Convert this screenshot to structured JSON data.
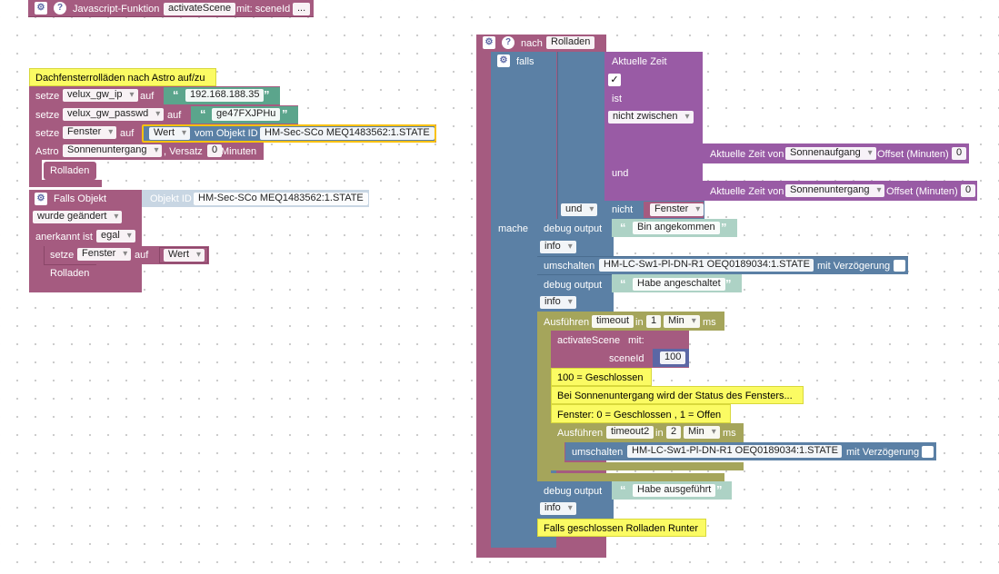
{
  "colors": {
    "procedure": "#a55b80",
    "variable": "#a55b80",
    "text": "#5ba58c",
    "comment": "#fbfb63",
    "object": "#5b80a5",
    "logic": "#5b67a5",
    "time": "#995ba5",
    "timeout": "#a5a55b",
    "cron": "#745ba5"
  },
  "function_block": {
    "gear": "gear-icon",
    "help": "?",
    "label": "Javascript-Funktion",
    "name": "activateScene",
    "mit": "mit: sceneId",
    "more": "..."
  },
  "script1": {
    "comment": "Dachfensterrolläden nach Astro auf/zu",
    "set_ip": {
      "setze": "setze",
      "var": "velux_gw_ip",
      "auf": "auf",
      "value": "192.168.188.35"
    },
    "set_pw": {
      "setze": "setze",
      "var": "velux_gw_passwd",
      "auf": "auf",
      "value": "ge47FXJPHu"
    },
    "set_window": {
      "setze": "setze",
      "var": "Fenster",
      "auf": "auf",
      "wert": "Wert",
      "vom": "vom Objekt ID",
      "oid": "HM-Sec-SCo MEQ1483562:1.STATE"
    },
    "astro": {
      "label": "Astro",
      "event": "Sonnenuntergang",
      "versatz": ", Versatz",
      "offset": "0",
      "minuten": "Minuten"
    },
    "call1": "Rolladen",
    "falls_objekt": {
      "label": "Falls Objekt",
      "oid_label": "Objekt ID",
      "oid": "HM-Sec-SCo MEQ1483562:1.STATE",
      "change": "wurde geändert",
      "ack_label": "anerkannt ist",
      "ack": "egal"
    },
    "set_inner": {
      "setze": "setze",
      "var": "Fenster",
      "auf": "auf",
      "wert": "Wert"
    },
    "call2": "Rolladen"
  },
  "procedure": {
    "nach": "nach",
    "name": "Rolladen",
    "falls": "falls",
    "mache": "mache",
    "cond_title": "Aktuelle Zeit",
    "check": "✓",
    "ist": "ist",
    "between": "nicht zwischen",
    "und": "und",
    "t1": {
      "label": "Aktuelle Zeit von",
      "event": "Sonnenaufgang",
      "offset_label": "Offset (Minuten)",
      "offset": "0"
    },
    "t2": {
      "label": "Aktuelle Zeit von",
      "event": "Sonnenuntergang",
      "offset_label": "Offset (Minuten)",
      "offset": "0"
    },
    "op": "und",
    "nicht": "nicht",
    "var": "Fenster",
    "debug1": {
      "label": "debug output",
      "value": "Bin angekommen",
      "level": "info"
    },
    "toggle1": {
      "label": "umschalten",
      "oid": "HM-LC-Sw1-Pl-DN-R1 OEQ0189034:1.STATE",
      "delay": "mit Verzögerung"
    },
    "debug2": {
      "label": "debug output",
      "value": "Habe angeschaltet",
      "level": "info"
    },
    "timeout1": {
      "label": "Ausführen",
      "name": "timeout",
      "in": "in",
      "value": "1",
      "unit": "Min",
      "ms": "ms"
    },
    "call": {
      "name": "activateScene",
      "mit": "mit:",
      "param": "sceneId",
      "value": "100"
    },
    "c1": "100 = Geschlossen",
    "c2": "Bei Sonnenuntergang wird der Status des Fensters...",
    "c3": "Fenster: 0 = Geschlossen , 1 = Offen",
    "timeout2": {
      "label": "Ausführen",
      "name": "timeout2",
      "in": "in",
      "value": "2",
      "unit": "Min",
      "ms": "ms"
    },
    "toggle2": {
      "label": "umschalten",
      "oid": "HM-LC-Sw1-Pl-DN-R1 OEQ0189034:1.STATE",
      "delay": "mit Verzögerung"
    },
    "debug3": {
      "label": "debug output",
      "value": "Habe ausgeführt",
      "level": "info"
    },
    "c4": "Falls geschlossen Rolladen Runter"
  }
}
